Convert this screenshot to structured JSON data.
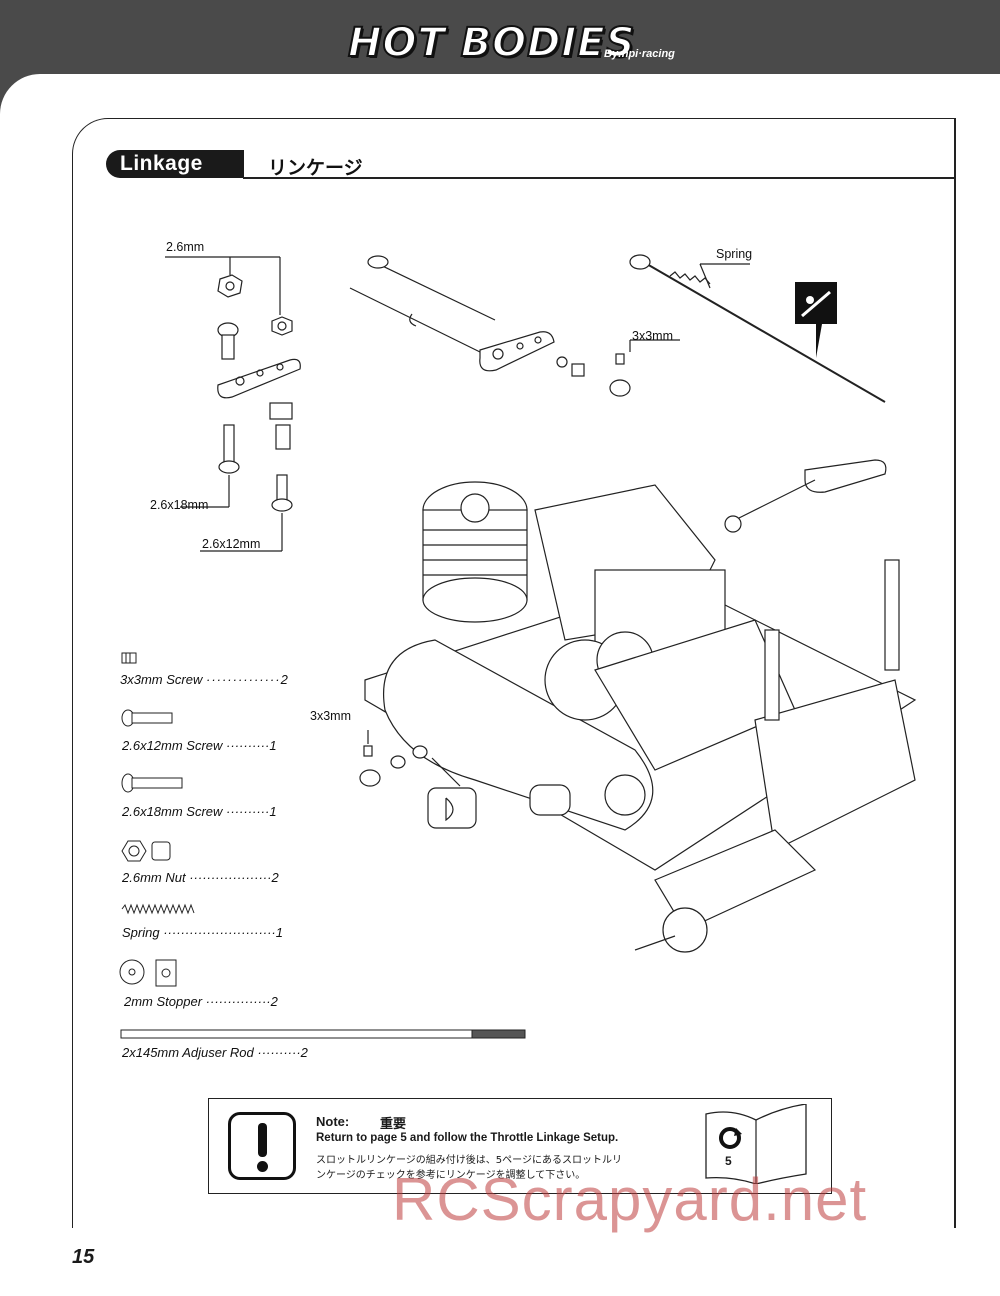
{
  "header": {
    "logo_text": "HOT BODIES",
    "logo_sub": "By:hpi·racing"
  },
  "section": {
    "title": "Linkage",
    "title_jp": "リンケージ"
  },
  "diagram_labels": {
    "nut_size": "2.6mm",
    "screw_18": "2.6x18mm",
    "screw_12": "2.6x12mm",
    "spring": "Spring",
    "set_screw_top": "3x3mm",
    "set_screw_bottom": "3x3mm"
  },
  "parts": [
    {
      "name": "3x3mm Screw",
      "qty": "2"
    },
    {
      "name": "2.6x12mm Screw",
      "qty": "1"
    },
    {
      "name": "2.6x18mm Screw",
      "qty": "1"
    },
    {
      "name": "2.6mm Nut",
      "qty": "2"
    },
    {
      "name": "Spring",
      "qty": "1"
    },
    {
      "name": "2mm Stopper",
      "qty": "2"
    },
    {
      "name": "2x145mm Adjuser Rod",
      "qty": "2"
    }
  ],
  "note": {
    "title": "Note:",
    "title_jp": "重要",
    "line1": "Return to page 5 and follow the Throttle Linkage Setup.",
    "line2": "スロットルリンケージの組み付け後は、5ページにあるスロットルリ",
    "line3": "ンケージのチェックを参考にリンケージを調整して下さい。",
    "ref_page": "5"
  },
  "page_number": "15",
  "watermark": "RCScrapyard.net"
}
